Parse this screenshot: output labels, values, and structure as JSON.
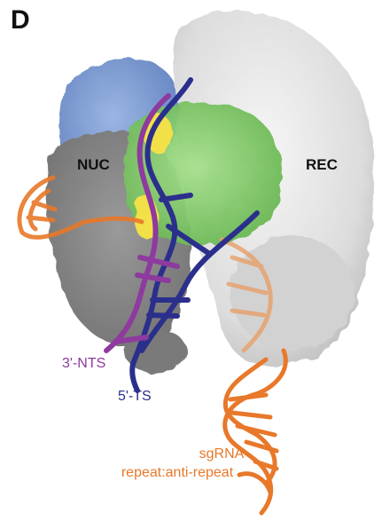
{
  "panel": {
    "letter": "D"
  },
  "domains": {
    "nuc": "NUC",
    "rec": "REC"
  },
  "strands": {
    "nts": {
      "label": "3'-NTS",
      "color": "#8e3a9e"
    },
    "ts": {
      "label": "5'-TS",
      "color": "#2b2f8c"
    }
  },
  "sgrna": {
    "line1": "sgRNA",
    "line2": "repeat:anti-repeat",
    "color": "#e8782a"
  },
  "colors": {
    "rec_surface": "#d9d9d9",
    "nuc_surface": "#8a8a8a",
    "blue_lobe": "#7b9bd4",
    "green_domain": "#86d06a",
    "yellow_patch": "#f2e04a"
  }
}
